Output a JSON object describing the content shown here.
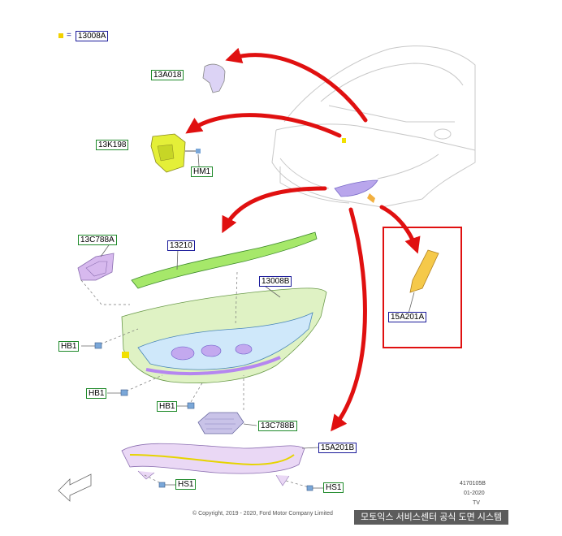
{
  "legend": {
    "color": "#f2d100",
    "equals": "=",
    "ref": "13008A"
  },
  "callouts": {
    "c13A018": "13A018",
    "c13K198": "13K198",
    "cHM1": "HM1",
    "c13C788A": "13C788A",
    "c13210": "13210",
    "c13008B": "13008B",
    "c15A201A": "15A201A",
    "cHB1a": "HB1",
    "cHB1b": "HB1",
    "cHB1c": "HB1",
    "c13C788B": "13C788B",
    "c15A201B": "15A201B",
    "cHS1a": "HS1",
    "cHS1b": "HS1"
  },
  "meta": {
    "code": "4170105B",
    "date": "01-2020",
    "region": "TV"
  },
  "copyright": "© Copyright, 2019 - 2020, Ford Motor Company Limited",
  "banner": "모토익스 서비스센터 공식 도면 시스템",
  "colors": {
    "arrow": "#e01010",
    "highlight_box": "#e01010",
    "part_green": "#a6e86a",
    "part_violet": "#d7b9ee",
    "part_yellow": "#f1e000",
    "part_orange": "#f2b040"
  }
}
